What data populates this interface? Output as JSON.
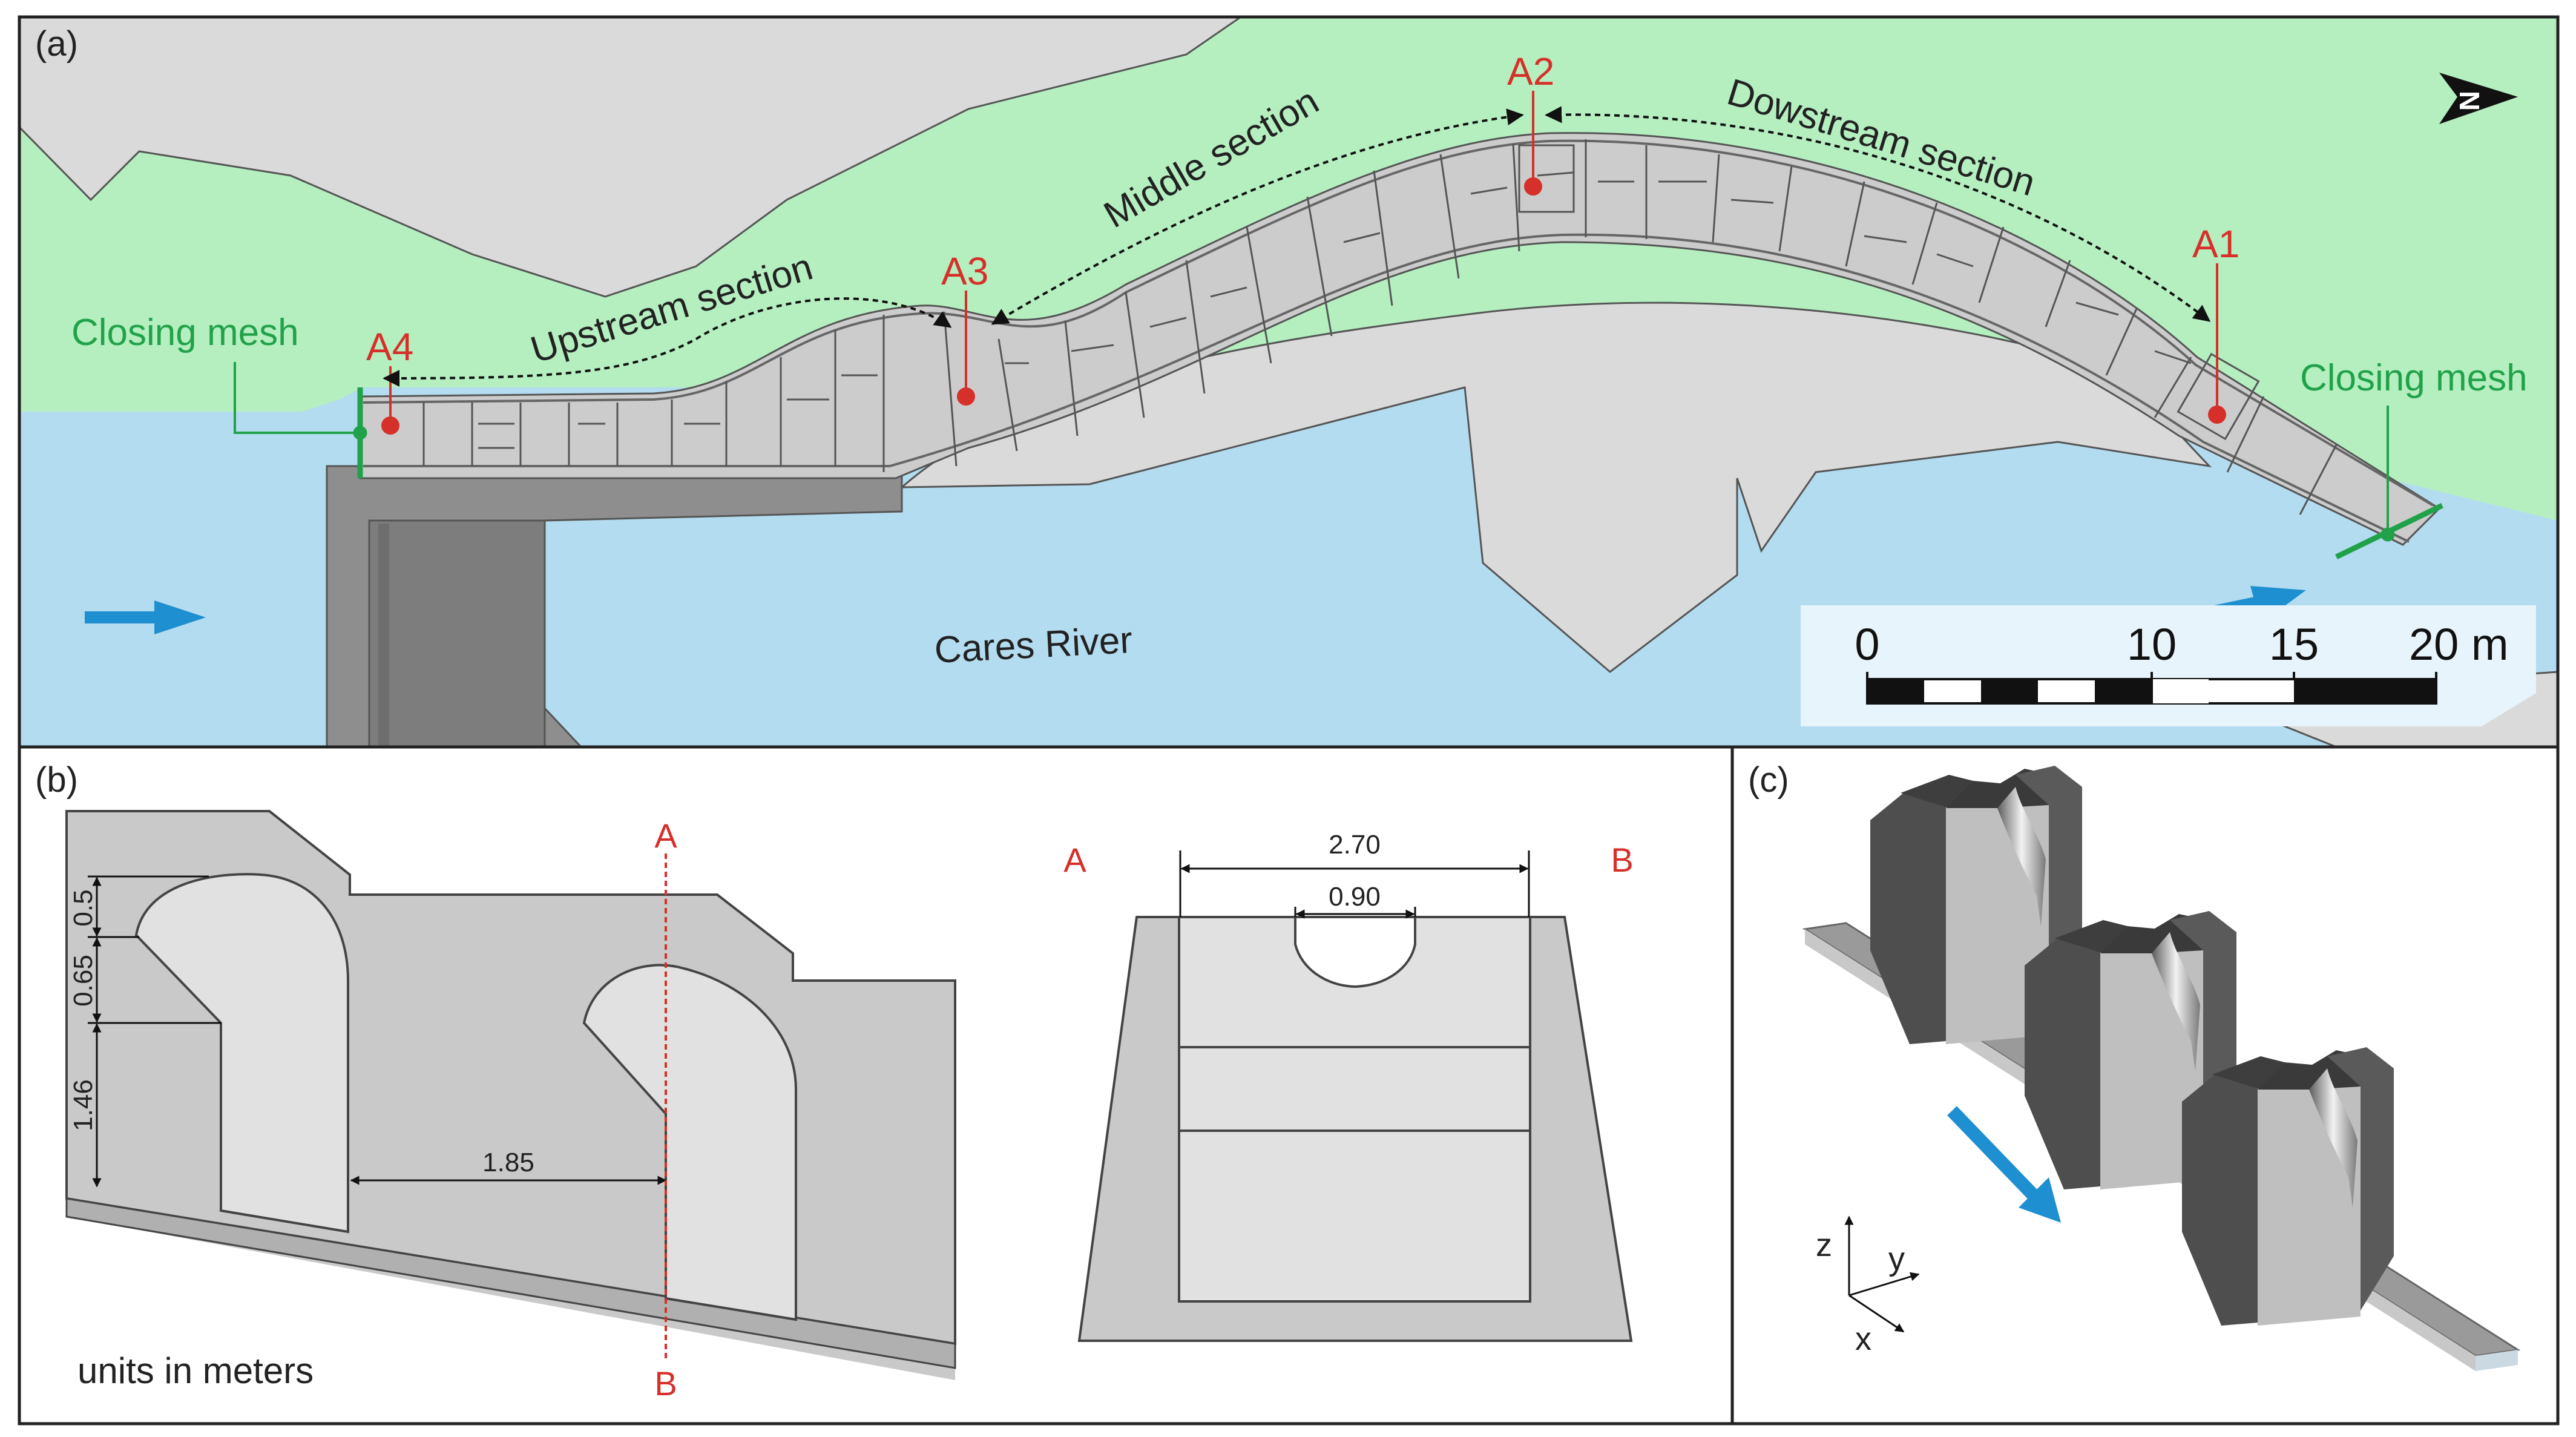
{
  "panels": {
    "a": "(a)",
    "b": "(b)",
    "c": "(c)"
  },
  "map": {
    "sections": {
      "upstream": "Upstream section",
      "middle": "Middle section",
      "downstream": "Dowstream section"
    },
    "points": {
      "a1": "A1",
      "a2": "A2",
      "a3": "A3",
      "a4": "A4"
    },
    "closing_mesh_left": "Closing mesh",
    "closing_mesh_right": "Closing mesh",
    "river": "Cares River",
    "north": "N",
    "scale": {
      "t0": "0",
      "t10": "10",
      "t15": "15",
      "t20": "20 m"
    }
  },
  "section_b": {
    "dims": {
      "d050": "0.5",
      "d065": "0.65",
      "d146": "1.46",
      "d185": "1.85",
      "d270": "2.70",
      "d090": "0.90"
    },
    "cut_a_top": "A",
    "cut_b_bottom": "B",
    "cut_a_left": "A",
    "cut_b_right": "B",
    "units": "units in meters"
  },
  "axes_c": {
    "z": "z",
    "y": "y",
    "x": "x"
  },
  "colors": {
    "grass": "#b5efc0",
    "water": "#b3dcf0",
    "land_gray": "#dadada",
    "channel": "#cccccc",
    "concrete_dark": "#8e8e8e",
    "red": "#d6302a",
    "green": "#21a24a",
    "blue_arrow": "#1e8fd0"
  }
}
